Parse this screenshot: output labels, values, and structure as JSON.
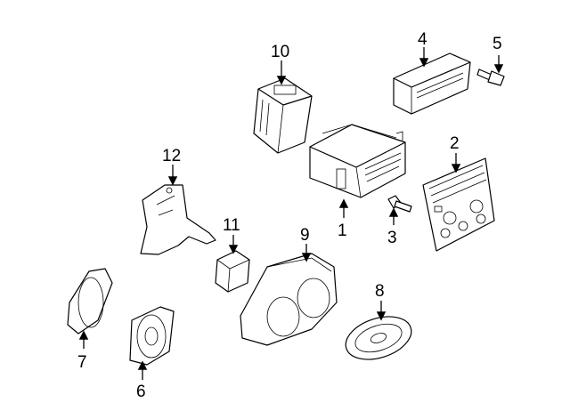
{
  "parts": [
    {
      "id": "1",
      "label": "1"
    },
    {
      "id": "2",
      "label": "2"
    },
    {
      "id": "3",
      "label": "3"
    },
    {
      "id": "4",
      "label": "4"
    },
    {
      "id": "5",
      "label": "5"
    },
    {
      "id": "6",
      "label": "6"
    },
    {
      "id": "7",
      "label": "7"
    },
    {
      "id": "8",
      "label": "8"
    },
    {
      "id": "9",
      "label": "9"
    },
    {
      "id": "10",
      "label": "10"
    },
    {
      "id": "11",
      "label": "11"
    },
    {
      "id": "12",
      "label": "12"
    }
  ],
  "colors": {
    "line": "#000000",
    "background": "#ffffff"
  }
}
